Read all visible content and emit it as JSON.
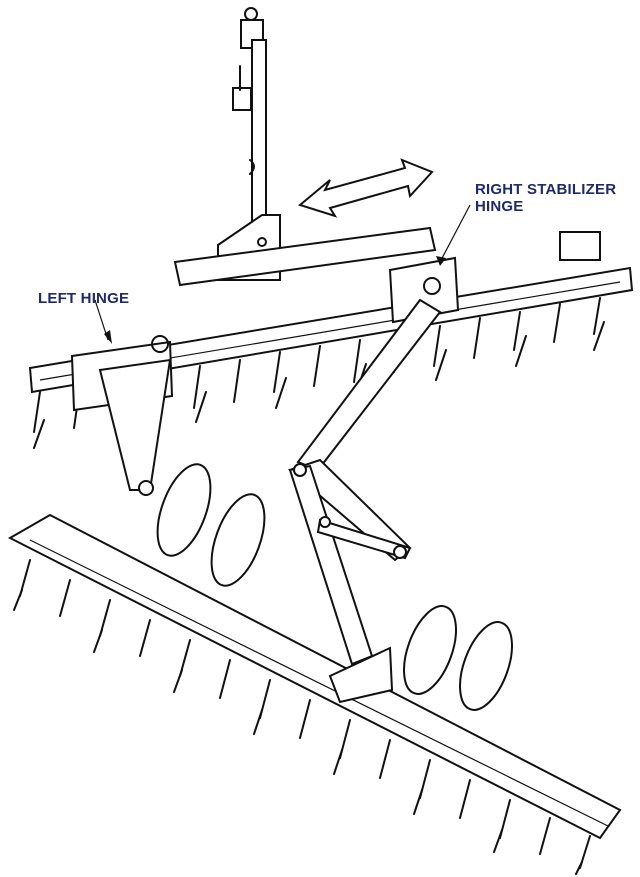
{
  "labels": {
    "left_hinge": "LEFT HINGE",
    "right_stabilizer_line1": "RIGHT STABILIZER",
    "right_stabilizer_line2": "HINGE"
  },
  "colors": {
    "label_text": "#1f2a6b",
    "line_art": "#111111",
    "background": "#ffffff"
  },
  "icons": {
    "motion_arrow": "double-headed-arrow-icon"
  }
}
